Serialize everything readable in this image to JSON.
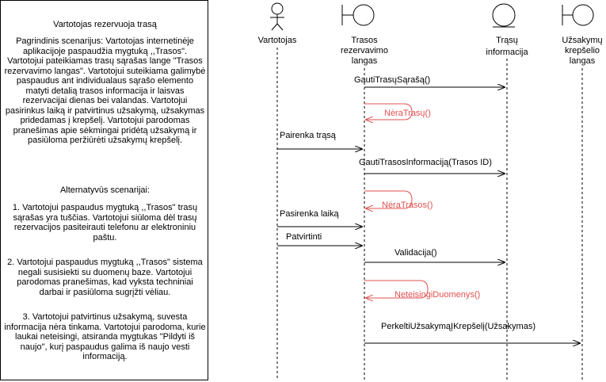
{
  "note": {
    "title": "Vartotojas rezervuoja trasą",
    "main_scenario": "Pagrindinis scenarijus: Vartotojas internetinėje aplikacijoje paspaudžia mygtuką ,,Trasos\". Vartotojui pateikiamas trasų sąrašas lange \"Trasos rezervavimo langas\". Vartotojui suteikiama galimybė paspaudus ant individualaus sąrašo elemento matyti detalią trasos informacija ir laisvas rezervacijai dienas bei valandas. Vartotojui pasirinkus laiką ir patvirtinus užsakymą, užsakymas pridedamas į krepšelį. Vartotojui parodomas pranešimas apie sėkmingai pridėtą užsakymą ir pasiūloma peržiūrėti užsakymų krepšelį.",
    "alt_title": "Alternatyvūs scenarijai:",
    "alt1": "1. Vartotojui paspaudus mygtuką ,,Trasos\" trasų sąrašas yra tuščias. Vartotojui siūloma dėl trasų rezervacijos pasiteirauti telefonu ar elektroniniu paštu.",
    "alt2": "2. Vartotojui paspaudus mygtuką ,,Trasos\" sistema negali susisiekti su duomenų baze. Vartotojui parodomas pranešimas, kad vyksta techniniai darbai ir pasiūloma sugrįžti vėliau.",
    "alt3": "3. Vartotojui patvirtinus užsakymą, suvesta informacija nėra tinkama. Vartotojui parodoma, kurie laukai neteisingi, atsiranda mygtukas \"Pildyti iš naujo\", kurį paspaudus galima iš naujo vesti informaciją."
  },
  "participants": {
    "actor": "Vartotojas",
    "boundary1": [
      "Trasos",
      "rezervavimo",
      "langas"
    ],
    "entity": [
      "Trąsų",
      "informacija"
    ],
    "boundary2": [
      "Užsakymų",
      "krepšelio",
      "langas"
    ]
  },
  "messages": {
    "m1": "GautiTrasųSąrašą()",
    "m2": "NėraTrasų()",
    "m3": "Pairenka trąsą",
    "m4": "GautiTrasosInformaciją(Trasos ID)",
    "m5": "NėraTrasos()",
    "m6": "Pasirenka laiką",
    "m7": "Patvirtinti",
    "m8": "Validacija()",
    "m9": "NeteisingiDuomenys()",
    "m10": "PerkeltiUžsakymąĮKrepšelį(Užsakymas)"
  },
  "colors": {
    "self_message": "#e05050"
  }
}
